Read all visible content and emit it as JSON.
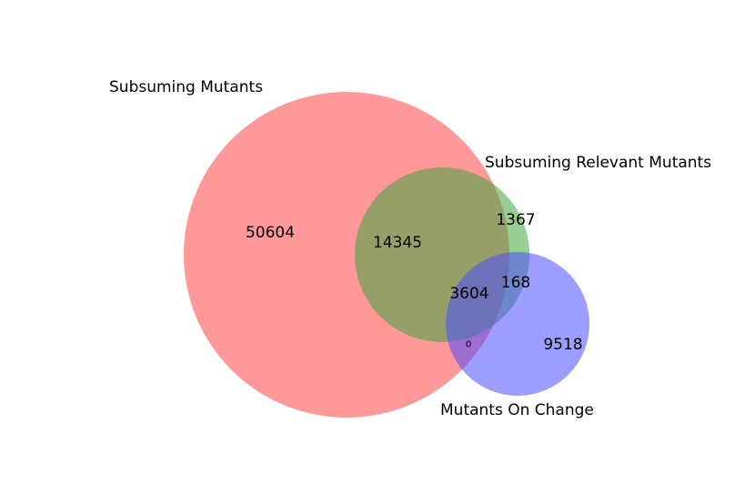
{
  "diagram": {
    "type": "venn3",
    "sets": [
      {
        "id": "A",
        "label": "Subsuming Mutants",
        "color": "#ff4d4d"
      },
      {
        "id": "B",
        "label": "Subsuming Relevant Mutants",
        "color": "#3fa53f"
      },
      {
        "id": "C",
        "label": "Mutants On Change",
        "color": "#4d4dff"
      }
    ],
    "regions": {
      "A_only": "50604",
      "AB_only": "14345",
      "B_only": "1367",
      "ABC": "3604",
      "BC_only": "168",
      "C_only": "9518",
      "AC_only": "0"
    }
  }
}
